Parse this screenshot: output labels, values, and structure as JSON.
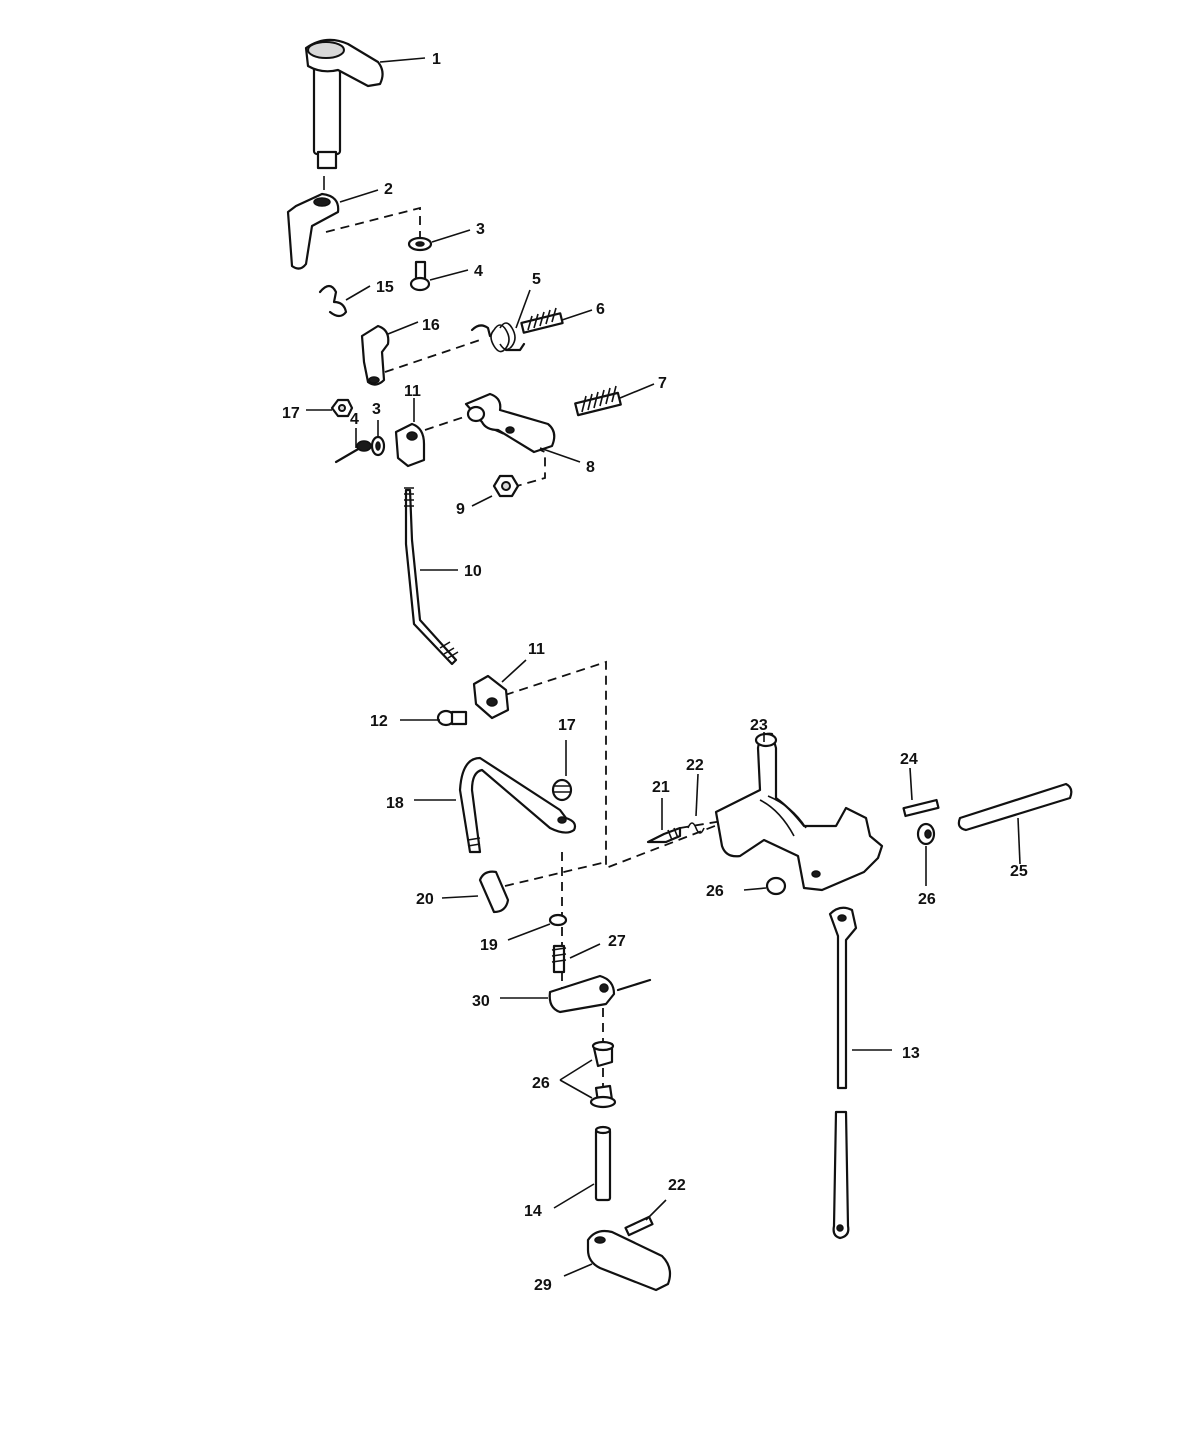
{
  "colors": {
    "ink": "#111111",
    "paper": "#ffffff"
  },
  "callouts": {
    "c1": "1",
    "c2": "2",
    "c3a": "3",
    "c3b": "3",
    "c4a": "4",
    "c4b": "4",
    "c5": "5",
    "c6": "6",
    "c7": "7",
    "c8": "8",
    "c9": "9",
    "c10": "10",
    "c11a": "11",
    "c11b": "11",
    "c12": "12",
    "c13": "13",
    "c14": "14",
    "c15": "15",
    "c16": "16",
    "c17a": "17",
    "c17b": "17",
    "c18": "18",
    "c19": "19",
    "c20": "20",
    "c21": "21",
    "c22a": "22",
    "c22b": "22",
    "c23": "23",
    "c24": "24",
    "c25": "25",
    "c26a": "26",
    "c26b": "26",
    "c26c": "26",
    "c27": "27",
    "c29": "29",
    "c30": "30"
  }
}
